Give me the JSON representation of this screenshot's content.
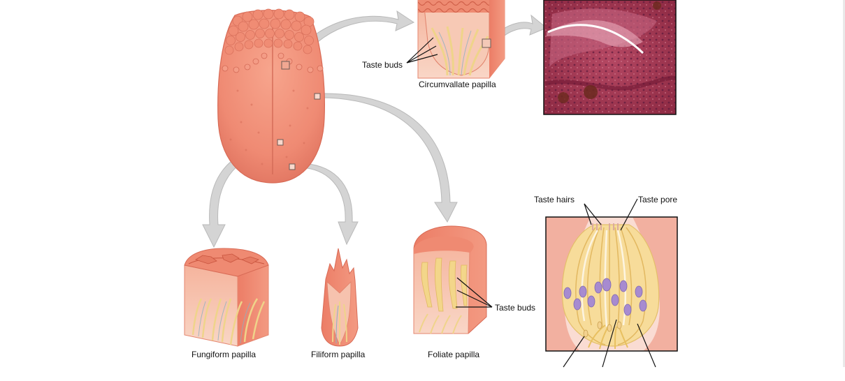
{
  "labels": {
    "taste_buds_top": "Taste buds",
    "circumvallate": "Circumvallate papilla",
    "taste_hairs": "Taste hairs",
    "taste_pore": "Taste pore",
    "taste_buds_foliate": "Taste buds",
    "fungiform": "Fungiform papilla",
    "filiform": "Filiform papilla",
    "foliate": "Foliate papilla"
  },
  "colors": {
    "tongue": "#ef8a73",
    "tongue_dark": "#d96a55",
    "papilla_cut": "#f6c2ae",
    "nerve_yellow": "#f3dc8e",
    "arrow_gray": "#cfcfcf",
    "micro_base": "#a8344f",
    "cell_purple": "#a78bd0"
  }
}
